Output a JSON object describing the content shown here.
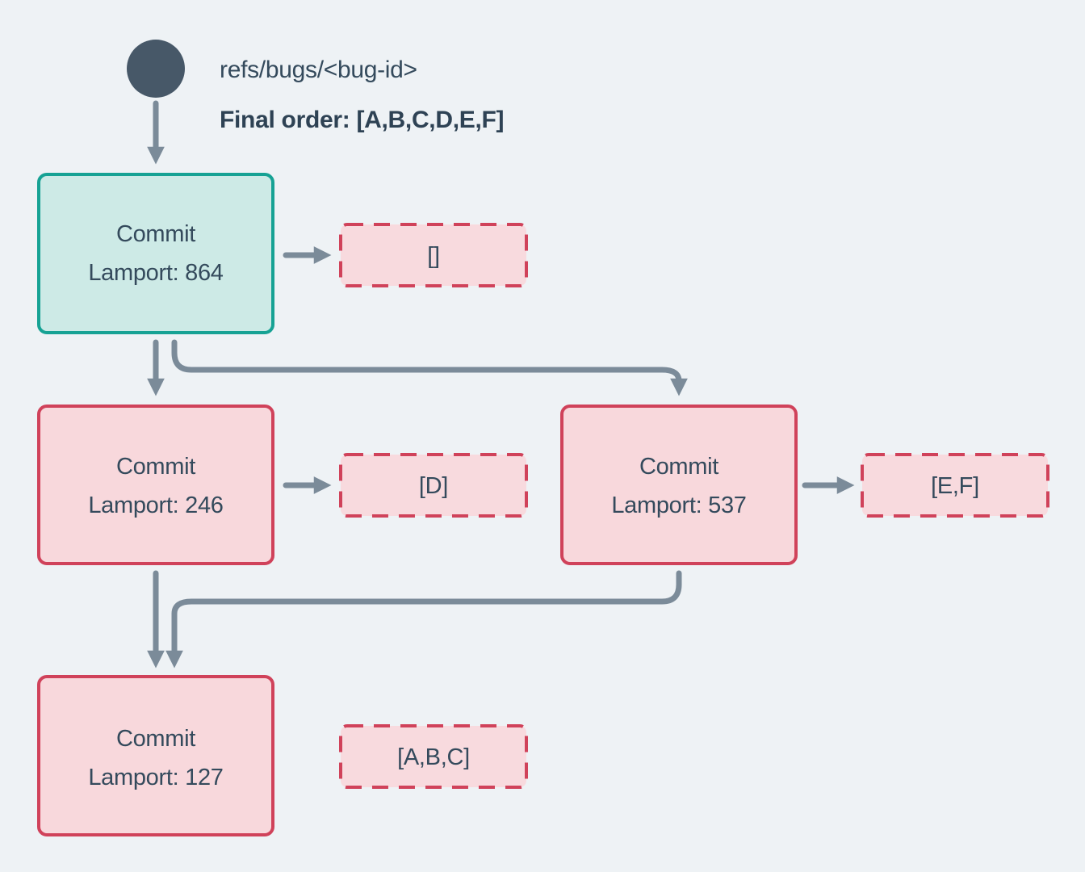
{
  "ref": {
    "label": "refs/bugs/<bug-id>",
    "final_order": "Final order: [A,B,C,D,E,F]"
  },
  "commits": [
    {
      "key": "864",
      "title": "Commit",
      "lamport": "Lamport: 864",
      "kind": "head",
      "ops": "[]"
    },
    {
      "key": "246",
      "title": "Commit",
      "lamport": "Lamport: 246",
      "kind": "normal",
      "ops": "[D]"
    },
    {
      "key": "537",
      "title": "Commit",
      "lamport": "Lamport: 537",
      "kind": "normal",
      "ops": "[E,F]"
    },
    {
      "key": "127",
      "title": "Commit",
      "lamport": "Lamport: 127",
      "kind": "normal",
      "ops": "[A,B,C]"
    }
  ],
  "colors": {
    "background": "#eef2f5",
    "ref_node": "#475868",
    "text": "#344a5c",
    "arrow": "#7b8b99",
    "head_border": "#16a294",
    "head_fill": "#cdeae6",
    "commit_border": "#d0425a",
    "commit_fill": "#f8d8dc",
    "ops_fill": "#f8dade"
  }
}
